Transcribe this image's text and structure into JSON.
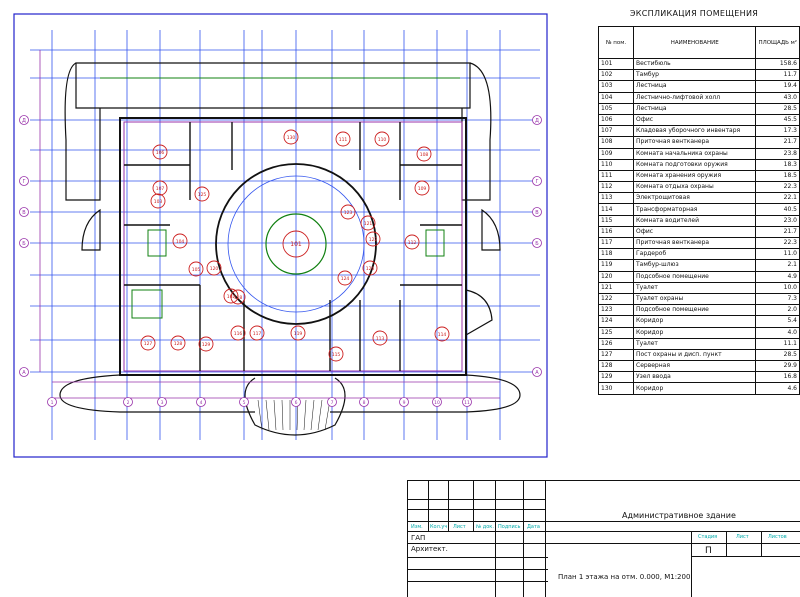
{
  "explication": {
    "title": "ЭКСПЛИКАЦИЯ ПОМЕЩЕНИЯ",
    "col_num": "№ пом.",
    "col_name": "НАИМЕНОВАНИЕ",
    "col_area": "ПЛОЩАДЬ м²",
    "rows": [
      {
        "num": "101",
        "name": "Вестибюль",
        "area": "158.6"
      },
      {
        "num": "102",
        "name": "Тамбур",
        "area": "11.7"
      },
      {
        "num": "103",
        "name": "Лестница",
        "area": "19.4"
      },
      {
        "num": "104",
        "name": "Лестнично-лифтовой холл",
        "area": "43.0"
      },
      {
        "num": "105",
        "name": "Лестница",
        "area": "28.5"
      },
      {
        "num": "106",
        "name": "Офис",
        "area": "45.5"
      },
      {
        "num": "107",
        "name": "Кладовая уборочного инвентаря",
        "area": "17.3"
      },
      {
        "num": "108",
        "name": "Приточная вентканера",
        "area": "21.7"
      },
      {
        "num": "109",
        "name": "Комната начальника охраны",
        "area": "23.8"
      },
      {
        "num": "110",
        "name": "Комната подготовки оружия",
        "area": "18.3"
      },
      {
        "num": "111",
        "name": "Комната хранения оружия",
        "area": "18.5"
      },
      {
        "num": "112",
        "name": "Комната отдыха охраны",
        "area": "22.3"
      },
      {
        "num": "113",
        "name": "Электрощитовая",
        "area": "22.1"
      },
      {
        "num": "114",
        "name": "Трансформаторная",
        "area": "40.5"
      },
      {
        "num": "115",
        "name": "Комната водителей",
        "area": "23.0"
      },
      {
        "num": "116",
        "name": "Офис",
        "area": "21.7"
      },
      {
        "num": "117",
        "name": "Приточная вентканера",
        "area": "22.3"
      },
      {
        "num": "118",
        "name": "Гардероб",
        "area": "11.0"
      },
      {
        "num": "119",
        "name": "Тамбур-шлюз",
        "area": "2.1"
      },
      {
        "num": "120",
        "name": "Подсобное помещение",
        "area": "4.9"
      },
      {
        "num": "121",
        "name": "Туалет",
        "area": "10.0"
      },
      {
        "num": "122",
        "name": "Туалет охраны",
        "area": "7.3"
      },
      {
        "num": "123",
        "name": "Подсобное помещение",
        "area": "2.0"
      },
      {
        "num": "124",
        "name": "Коридор",
        "area": "5.4"
      },
      {
        "num": "125",
        "name": "Коридор",
        "area": "4.0"
      },
      {
        "num": "126",
        "name": "Туалет",
        "area": "11.1"
      },
      {
        "num": "127",
        "name": "Пост охраны и дисп. пункт",
        "area": "28.5"
      },
      {
        "num": "128",
        "name": "Серверная",
        "area": "29.9"
      },
      {
        "num": "129",
        "name": "Узел ввода",
        "area": "16.8"
      },
      {
        "num": "130",
        "name": "Коридор",
        "area": "4.6"
      }
    ]
  },
  "stamp": {
    "project_title": "Административное здание",
    "sheet_title": "План 1 этажа на отм. 0.000,  М1:200",
    "stage_header": "Стадия",
    "sheet_header": "Лист",
    "sheets_header": "Листов",
    "stage_value": "П",
    "role_1": "ГАП",
    "role_2": "Архитект.",
    "col_headers": [
      "Изм.",
      "Кол.уч",
      "Лист",
      "№ док.",
      "Подпись",
      "Дата"
    ]
  },
  "plan": {
    "axis_rows": [
      "Д",
      "Г",
      "В",
      "Б",
      "А"
    ],
    "axis_cols": [
      "1",
      "2",
      "3",
      "4",
      "5",
      "6",
      "7",
      "8",
      "9",
      "10",
      "11"
    ],
    "room_tags": [
      "101",
      "102",
      "103",
      "104",
      "105",
      "106",
      "107",
      "108",
      "109",
      "110",
      "111",
      "112",
      "113",
      "114",
      "115",
      "116",
      "117",
      "118",
      "119",
      "120",
      "121",
      "122",
      "123",
      "124",
      "125",
      "126",
      "127",
      "128",
      "129",
      "130"
    ]
  }
}
